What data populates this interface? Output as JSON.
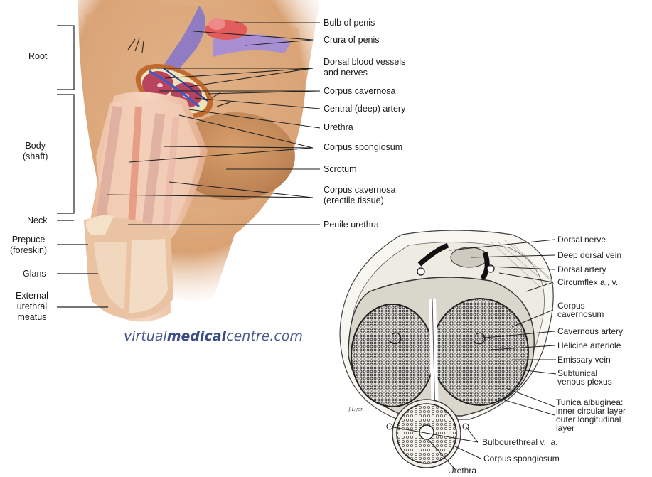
{
  "colors": {
    "skin": "#e4b58a",
    "skin_shadow": "#c98d5e",
    "tissue": "#f0c8b4",
    "tissue_dark": "#d89a86",
    "crura": "#9c86c6",
    "bulb": "#e46a6a",
    "vessel_blue": "#2f5fd0",
    "brand": "#4b5a8f"
  },
  "left_labels": {
    "root": "Root",
    "body": "Body\n(shaft)",
    "neck": "Neck",
    "prepuce": "Prepuce\n(foreskin)",
    "glans": "Glans",
    "meatus": "External\nurethral\nmeatus"
  },
  "right_labels": {
    "bulb": "Bulb of penis",
    "crura": "Crura of penis",
    "dorsal_vessels": "Dorsal blood vessels\nand nerves",
    "corpus_cavernosa": "Corpus cavernosa",
    "central_artery": "Central (deep) artery",
    "urethra": "Urethra",
    "corpus_spongiosum": "Corpus spongiosum",
    "scrotum": "Scrotum",
    "corpus_cavernosa_erectile": "Corpus cavernosa\n(erectile tissue)",
    "penile_urethra": "Penile urethra"
  },
  "brand": {
    "prefix": "virtual",
    "middle": "medical",
    "suffix": "centre.com"
  },
  "section_labels": {
    "dorsal_nerve": "Dorsal nerve",
    "deep_dorsal_vein": "Deep dorsal vein",
    "dorsal_artery": "Dorsal artery",
    "circumflex": "Circumflex a., v.",
    "corpus_cavernosum": "Corpus\ncavernosum",
    "cavernous_artery": "Cavernous artery",
    "helicine": "Helicine arteriole",
    "emissary": "Emissary vein",
    "subtunical": "Subtunical\nvenous plexus",
    "tunica": "Tunica albuginea:\ninner circular layer\nouter longitudinal\nlayer",
    "bulbourethral": "Bulbourethreal v., a.",
    "corpus_spongiosum": "Corpus spongiosum",
    "urethra": "Urethra"
  }
}
